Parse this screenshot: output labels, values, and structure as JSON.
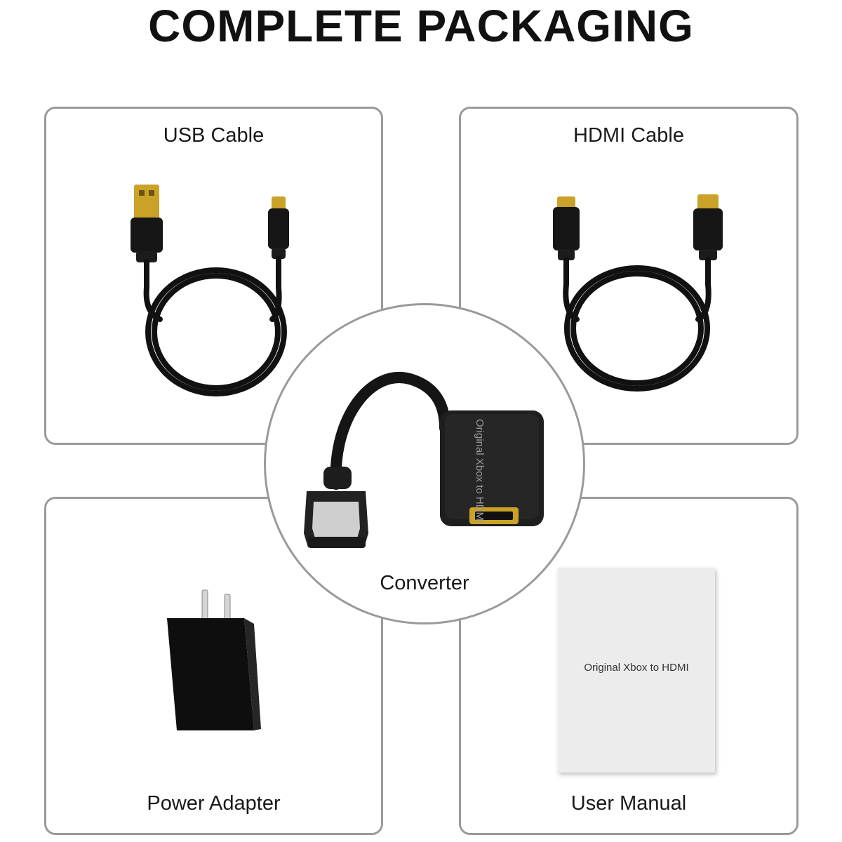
{
  "title": "COMPLETE PACKAGING",
  "items": {
    "usb_cable": "USB Cable",
    "hdmi_cable": "HDMI Cable",
    "power_adapter": "Power Adapter",
    "user_manual": "User Manual",
    "converter": "Converter"
  },
  "converter_print": "Original Xbox to HDMI",
  "manual_cover_text": "Original Xbox to HDMI",
  "colors": {
    "border": "#9a9a9a",
    "cable": "#111111",
    "gold": "#c9a227",
    "manual_bg": "#ececec"
  }
}
